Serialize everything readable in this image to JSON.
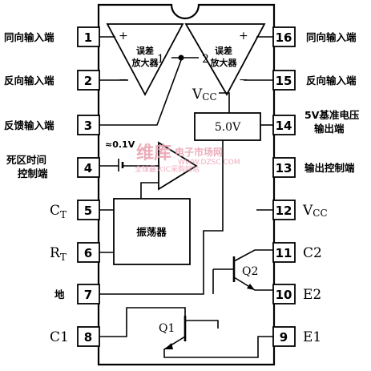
{
  "chip": {
    "amp1": {
      "label_line1": "误差",
      "label_line2": "放大器",
      "number": "1"
    },
    "amp2": {
      "label_line1": "误差",
      "label_line2": "放大器",
      "number": "2"
    },
    "vcc_internal": "Vcc",
    "reference": "5.0V",
    "oscillator": "振荡器",
    "dead_time_offset": "≈0.1V",
    "q1": "Q1",
    "q2": "Q2"
  },
  "left_pins": [
    {
      "num": "1",
      "label": "同向输入端",
      "label2": ""
    },
    {
      "num": "2",
      "label": "反向输入端",
      "label2": ""
    },
    {
      "num": "3",
      "label": "反馈输入端",
      "label2": ""
    },
    {
      "num": "4",
      "label": "死区时间",
      "label2": "控制端"
    },
    {
      "num": "5",
      "label": "CT",
      "label2": ""
    },
    {
      "num": "6",
      "label": "RT",
      "label2": ""
    },
    {
      "num": "7",
      "label": "地",
      "label2": ""
    },
    {
      "num": "8",
      "label": "C1",
      "label2": ""
    }
  ],
  "right_pins": [
    {
      "num": "16",
      "label": "同向输入端",
      "label2": ""
    },
    {
      "num": "15",
      "label": "反向输入端",
      "label2": ""
    },
    {
      "num": "14",
      "label": "5V基准电压",
      "label2": "输出端"
    },
    {
      "num": "13",
      "label": "输出控制端",
      "label2": ""
    },
    {
      "num": "12",
      "label": "Vcc",
      "label2": ""
    },
    {
      "num": "11",
      "label": "C2",
      "label2": ""
    },
    {
      "num": "10",
      "label": "E2",
      "label2": ""
    },
    {
      "num": "9",
      "label": "E1",
      "label2": ""
    }
  ],
  "watermark": {
    "brand": "维库",
    "site": "电子市场网",
    "url": "WWW.DZSC.COM",
    "slogan": "全球最大IC采购网站"
  }
}
